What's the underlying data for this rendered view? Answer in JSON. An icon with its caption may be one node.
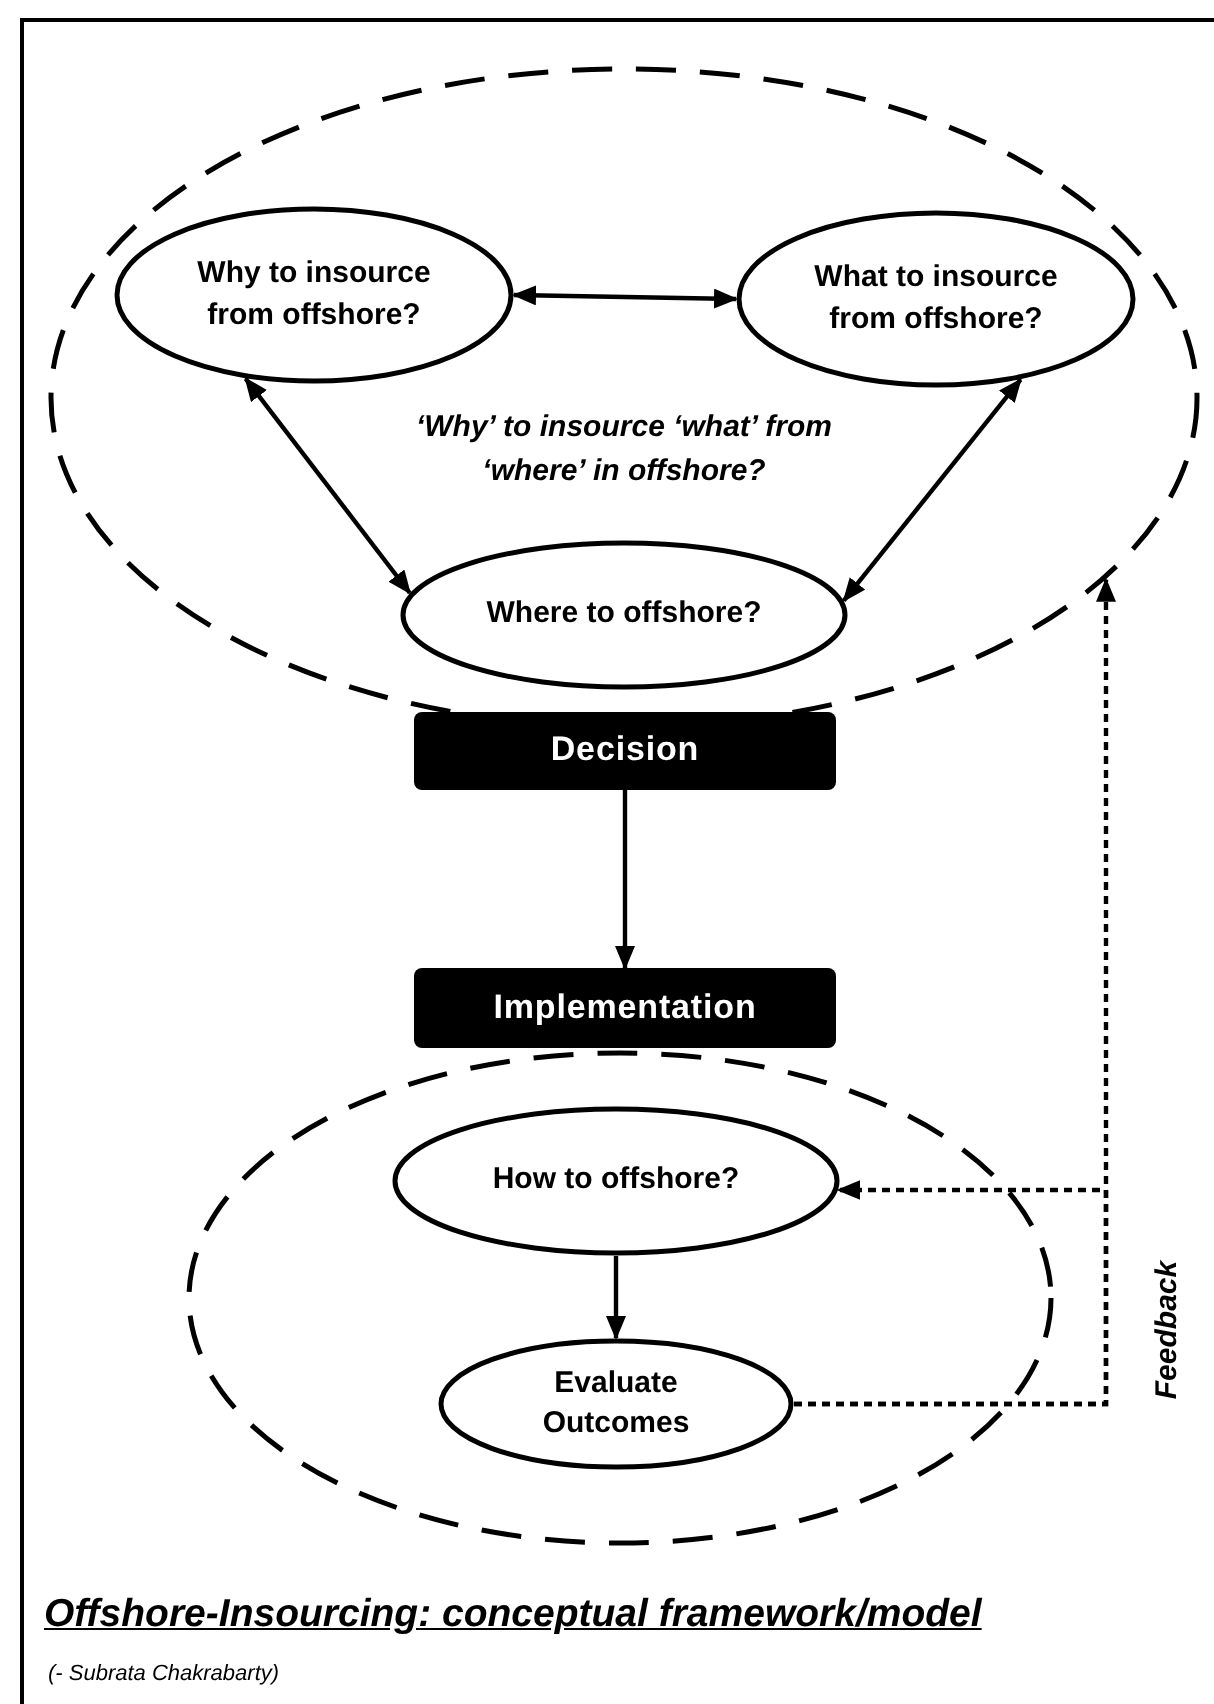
{
  "diagram": {
    "title": "Offshore-Insourcing: conceptual framework/model",
    "nodes": [
      {
        "text": [
          "‘Why’ to insource ‘what’ from ‘where’ in offshore?"
        ]
      },
      {
        "text": [
          "Why to insource from offshore?"
        ],
        "in": 0
      },
      {
        "text": [
          "What to insource from offshore?"
        ],
        "in": 0
      },
      {
        "text": [
          "Where to offshore?"
        ],
        "in": 0
      },
      {
        "text": [
          "Decision"
        ]
      },
      {
        "text": [
          "Implementation"
        ]
      },
      {
        "text": [],
        "shape": "ellipse"
      },
      {
        "text": [
          "How to offshore?"
        ],
        "in": 6
      },
      {
        "text": [
          "Evaluate Outcomes"
        ],
        "in": 6
      }
    ],
    "edges": [
      {
        "from": 1,
        "to": 2,
        "arrow": "both"
      },
      {
        "from": 1,
        "to": 3,
        "arrow": "both"
      },
      {
        "from": 2,
        "to": 3,
        "arrow": "both"
      },
      {
        "from": 4,
        "to": 5,
        "arrow": "to"
      },
      {
        "from": 7,
        "to": 8,
        "arrow": "to"
      },
      {
        "from": 8,
        "to": 0,
        "arrow": "to",
        "style": "dashed",
        "label": "Feedback"
      },
      {
        "from": 8,
        "to": 7,
        "arrow": "to",
        "style": "dashed"
      }
    ],
    "labels": [
      "(- Subrata Chakrabarty)"
    ]
  }
}
